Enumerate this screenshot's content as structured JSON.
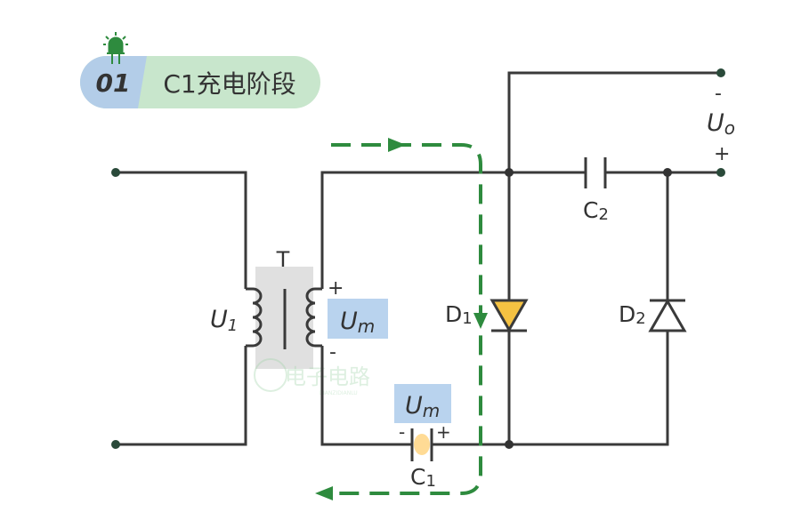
{
  "header": {
    "number": "01",
    "title": "C1充电阶段"
  },
  "labels": {
    "transformer": "T",
    "input_voltage": "U",
    "input_voltage_sub": "1",
    "um1": "U",
    "um1_sub": "m",
    "um2": "U",
    "um2_sub": "m",
    "sec_plus": "+",
    "sec_minus": "-",
    "c1": "C",
    "c1_sub": "1",
    "c1_minus": "-",
    "c1_plus": "+",
    "c2": "C",
    "c2_sub": "2",
    "d1": "D",
    "d1_sub": "1",
    "d2": "D",
    "d2_sub": "2",
    "out_minus": "-",
    "out": "U",
    "out_sub": "o",
    "out_plus": "+"
  },
  "watermark": {
    "cn": "电子电路",
    "en": "DIANZIDIANLU"
  },
  "colors": {
    "wire": "#3a3a3a",
    "current_path": "#2e8b3e",
    "label_box": "#b9d3ee",
    "header_green": "#c8e6cc",
    "header_blue": "#b3cde8",
    "d1_fill": "#f5c242"
  }
}
